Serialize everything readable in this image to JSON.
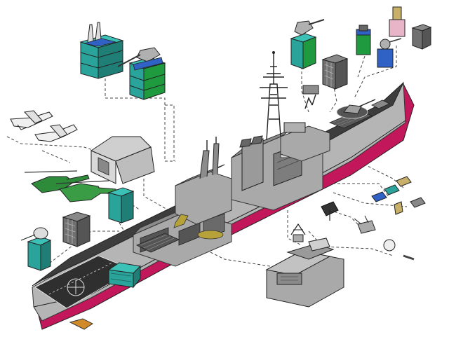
{
  "colors": {
    "hull_gray": "#b5b5b5",
    "deck_dark": "#3d3d3d",
    "superstructure": "#a9a9a9",
    "boot_top": "#c2185b",
    "module_teal": "#2aa39a",
    "module_blue": "#2f62c4",
    "module_green": "#1f9a3f",
    "helicopter_green": "#2e8b3a",
    "module_pink": "#e8b4c8",
    "leader_line": "#444444"
  },
  "components": [
    {
      "name": "vls-module-aft",
      "icon": "vertical-launch-module-icon"
    },
    {
      "name": "gun-mount-module",
      "icon": "naval-gun-icon"
    },
    {
      "name": "patrol-aircraft",
      "icon": "aircraft-icon"
    },
    {
      "name": "hangar",
      "icon": "hangar-icon"
    },
    {
      "name": "helicopters",
      "icon": "helicopter-icon"
    },
    {
      "name": "radar-array",
      "icon": "radar-array-icon"
    },
    {
      "name": "torpedo-launcher",
      "icon": "torpedo-tube-icon"
    },
    {
      "name": "sonar-dome",
      "icon": "sonar-dome-icon"
    },
    {
      "name": "bridge-block",
      "icon": "bridge-icon"
    }
  ]
}
